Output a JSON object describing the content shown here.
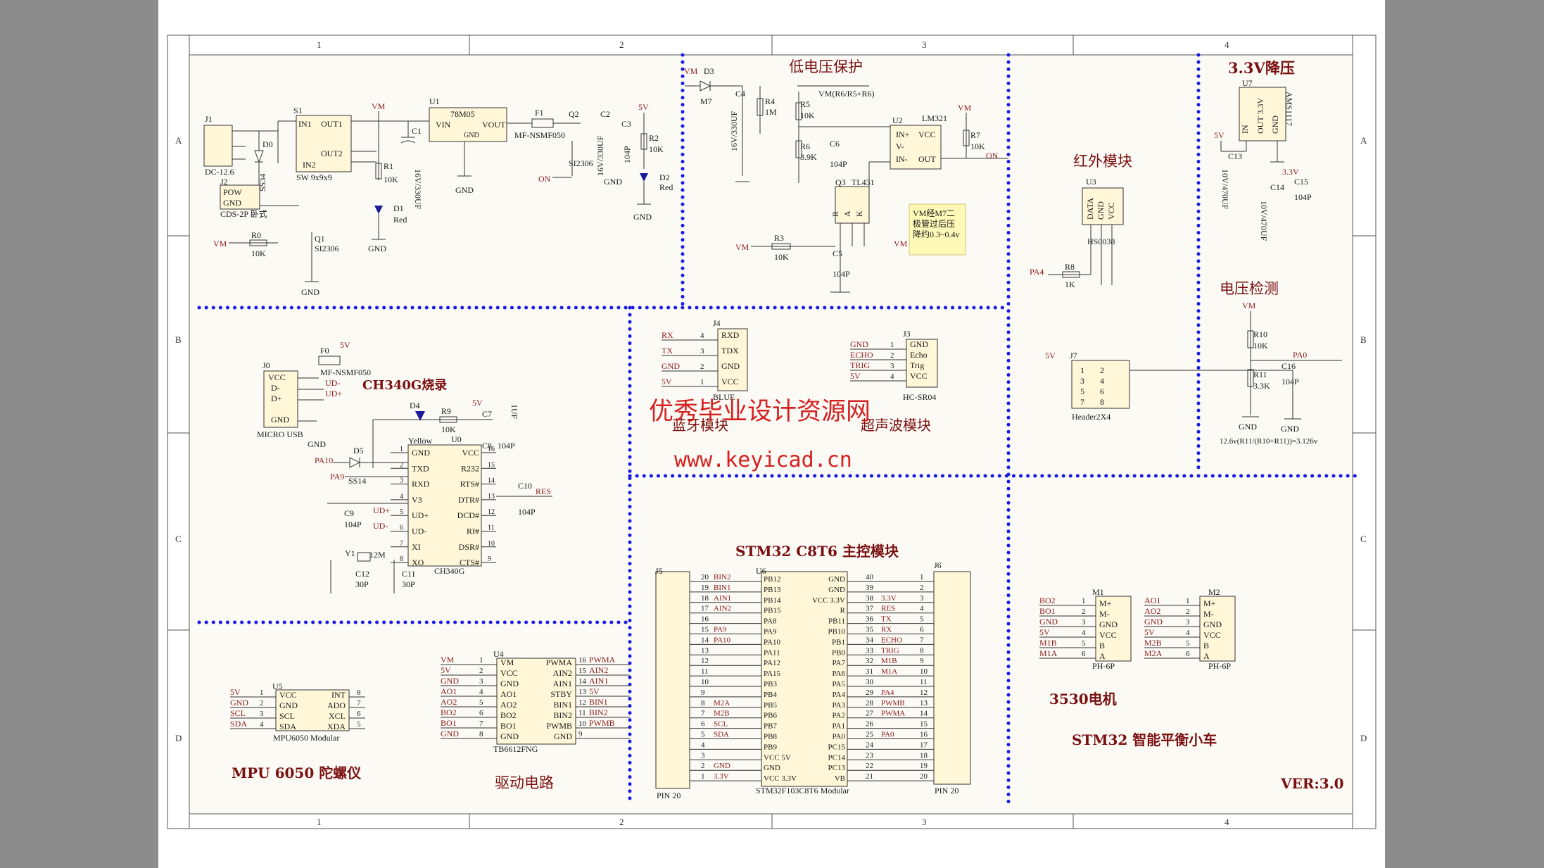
{
  "sheet": {
    "columns": [
      "1",
      "2",
      "3",
      "4"
    ],
    "rows": [
      "A",
      "B",
      "C",
      "D"
    ],
    "version": "VER:3.0",
    "board_title": "STM32 智能平衡小车"
  },
  "section_titles": {
    "low_voltage": "低电压保护",
    "ldo_3v3": "3.3V降压",
    "infrared": "红外模块",
    "voltage_detect": "电压检测",
    "ch340": "CH340G烧录",
    "bluetooth": "蓝牙模块",
    "ultrasonic": "超声波模块",
    "stm32": "STM32 C8T6 主控模块",
    "mpu6050": "MPU 6050 陀螺仪",
    "driver": "驱动电路",
    "motor": "3530电机"
  },
  "watermark": {
    "line1": "优秀毕业设计资源网",
    "line2": "www.keyicad.cn"
  },
  "note": {
    "lines": [
      "VM经M7二",
      "极管过后压",
      "降约0.3~0.4v"
    ]
  },
  "voltage_formula": "12.6v(R11/(R10+R11))=3.126v",
  "vm_formula": "VM(R6/R5+R6)",
  "power": {
    "j1": "J1",
    "j1_name": "DC-12.6",
    "d0": "D0",
    "d0_part": "SS34",
    "s1": "S1",
    "s1_part": "SW 9x9x9",
    "s1_pins": [
      "IN1",
      "OUT1",
      "IN2",
      "OUT2"
    ],
    "j2": "J2",
    "j2_pins": [
      "POW",
      "GND"
    ],
    "j2_part": "CDS-2P 卧式",
    "u1": "U1",
    "u1_part": "78M05",
    "u1_pins": [
      "VIN",
      "GND",
      "VOUT"
    ],
    "c1": "C1",
    "c1_val": "16V/330UF",
    "r1": "R1",
    "r1_val": "10K",
    "d1": "D1",
    "d1_col": "Red",
    "r0": "R0",
    "r0_val": "10K",
    "q1": "Q1",
    "q1_part": "SI2306",
    "f1": "F1",
    "f1_part": "MF-NSMF050",
    "q2": "Q2",
    "q2_part": "SI2306",
    "c2": "C2",
    "c2_val": "16V/330UF",
    "c3": "C3",
    "c3_val": "104P",
    "r2": "R2",
    "r2_val": "10K",
    "d2": "D2",
    "d2_col": "Red",
    "vm": "VM",
    "gnd": "GND",
    "on": "ON",
    "v5": "5V"
  },
  "lowv": {
    "d3": "D3",
    "m7": "M7",
    "c4": "C4",
    "c4_val": "16V/330UF",
    "r4": "R4",
    "r4_val": "1M",
    "r5": "R5",
    "r5_val": "10K",
    "r6": "R6",
    "r6_val": "3.9K",
    "c6": "C6",
    "c6_val": "104P",
    "u2": "U2",
    "u2_part": "LM321",
    "u2_pins": [
      "IN+",
      "VCC",
      "V-",
      "IN-",
      "OUT"
    ],
    "r7": "R7",
    "r7_val": "10K",
    "q3": "Q3",
    "q3_part": "TL431",
    "q3_pins": [
      "R",
      "A",
      "K"
    ],
    "r3": "R3",
    "r3_val": "10K",
    "c5": "C5",
    "c5_val": "104P"
  },
  "ldo": {
    "u7": "U7",
    "u7_part": "AMS1117",
    "u7_pins": [
      "IN",
      "OUT 3.3V",
      "GND"
    ],
    "c13": "C13",
    "c13_val": "10V/470UF",
    "c14": "C14",
    "c14_val": "10V/470UF",
    "c15": "C15",
    "c15_val": "104P",
    "v33": "3.3V"
  },
  "ir": {
    "u3": "U3",
    "u3_part": "HS0038",
    "u3_pins": [
      "DATA",
      "GND",
      "VCC"
    ],
    "r8": "R8",
    "r8_val": "1K",
    "pa4": "PA4"
  },
  "vdet": {
    "r10": "R10",
    "r10_val": "10K",
    "r11": "R11",
    "r11_val": "3.3K",
    "c16": "C16",
    "c16_val": "104P",
    "pa0": "PA0"
  },
  "j7": {
    "ref": "J7",
    "part": "Header2X4",
    "pins": [
      "1",
      "2",
      "3",
      "4",
      "5",
      "6",
      "7",
      "8"
    ]
  },
  "usb": {
    "j0": "J0",
    "j0_pins": [
      "VCC",
      "D-",
      "D+",
      "",
      "GND"
    ],
    "j0_part": "MICRO USB",
    "f0": "F0",
    "f0_part": "MF-NSMF050",
    "ud_minus": "UD-",
    "ud_plus": "UD+"
  },
  "ch340": {
    "u0": "U0",
    "part": "CH340G",
    "left": [
      [
        "1",
        "GND"
      ],
      [
        "2",
        "TXD"
      ],
      [
        "3",
        "RXD"
      ],
      [
        "4",
        "V3"
      ],
      [
        "5",
        "UD+"
      ],
      [
        "6",
        "UD-"
      ],
      [
        "7",
        "XI"
      ],
      [
        "8",
        "XO"
      ]
    ],
    "right": [
      [
        "16",
        "VCC"
      ],
      [
        "15",
        "R232"
      ],
      [
        "14",
        "RTS#"
      ],
      [
        "13",
        "DTR#"
      ],
      [
        "12",
        "DCD#"
      ],
      [
        "11",
        "RI#"
      ],
      [
        "10",
        "DSR#"
      ],
      [
        "9",
        "CTS#"
      ]
    ],
    "d4": "D4",
    "d4_col": "Yellow",
    "r9": "R9",
    "r9_val": "10K",
    "c7": "C7",
    "c7_val": "1UF",
    "c8": "C8",
    "c8_val": "104P",
    "d5": "D5",
    "d5_part": "SS14",
    "pa10": "PA10",
    "pa9": "PA9",
    "c9": "C9",
    "c9_val": "104P",
    "c10": "C10",
    "c10_val": "104P",
    "res": "RES",
    "y1": "Y1",
    "y1_val": "12M",
    "c12": "C12",
    "c12_val": "30P",
    "c11": "C11",
    "c11_val": "30P"
  },
  "bt": {
    "j4": "J4",
    "part": "BLUE",
    "pins": [
      [
        "RX",
        "4",
        "RXD"
      ],
      [
        "TX",
        "3",
        "TDX"
      ],
      [
        "GND",
        "2",
        "GND"
      ],
      [
        "5V",
        "1",
        "VCC"
      ]
    ]
  },
  "us": {
    "j3": "J3",
    "part": "HC-SR04",
    "pins": [
      [
        "GND",
        "1",
        "GND"
      ],
      [
        "ECHO",
        "2",
        "Echo"
      ],
      [
        "TRIG",
        "3",
        "Trig"
      ],
      [
        "5V",
        "4",
        "VCC"
      ]
    ]
  },
  "mpu": {
    "u5": "U5",
    "part": "MPU6050 Modular",
    "left": [
      [
        "5V",
        "1",
        "VCC"
      ],
      [
        "GND",
        "2",
        "GND"
      ],
      [
        "SCL",
        "3",
        "SCL"
      ],
      [
        "SDA",
        "4",
        "SDA"
      ]
    ],
    "right": [
      [
        "8",
        "INT"
      ],
      [
        "7",
        "ADO"
      ],
      [
        "6",
        "XCL"
      ],
      [
        "5",
        "XDA"
      ]
    ]
  },
  "drv": {
    "u4": "U4",
    "part": "TB6612FNG",
    "left": [
      [
        "VM",
        "1",
        "VM"
      ],
      [
        "5V",
        "2",
        "VCC"
      ],
      [
        "GND",
        "3",
        "GND"
      ],
      [
        "AO1",
        "4",
        "AO1"
      ],
      [
        "AO2",
        "5",
        "AO2"
      ],
      [
        "BO2",
        "6",
        "BO2"
      ],
      [
        "BO1",
        "7",
        "BO1"
      ],
      [
        "GND",
        "8",
        "GND"
      ]
    ],
    "right": [
      [
        "16",
        "PWMA",
        "PWMA"
      ],
      [
        "15",
        "AIN2",
        "AIN2"
      ],
      [
        "14",
        "AIN1",
        "AIN1"
      ],
      [
        "13",
        "STBY",
        "5V"
      ],
      [
        "12",
        "BIN1",
        "BIN1"
      ],
      [
        "11",
        "BIN2",
        "BIN2"
      ],
      [
        "10",
        "PWMB",
        "PWMB"
      ],
      [
        "9",
        "GND",
        ""
      ]
    ]
  },
  "stm": {
    "u6": "U6",
    "part": "STM32F103C8T6 Modular",
    "j5": "J5",
    "j6": "J6",
    "pin20": "PIN 20",
    "left": [
      [
        "20",
        "BIN2",
        "PB12"
      ],
      [
        "19",
        "BIN1",
        "PB13"
      ],
      [
        "18",
        "AIN1",
        "PB14"
      ],
      [
        "17",
        "AIN2",
        "PB15"
      ],
      [
        "16",
        "",
        "PA8"
      ],
      [
        "15",
        "PA9",
        "PA9"
      ],
      [
        "14",
        "PA10",
        "PA10"
      ],
      [
        "13",
        "",
        "PA11"
      ],
      [
        "12",
        "",
        "PA12"
      ],
      [
        "11",
        "",
        "PA15"
      ],
      [
        "10",
        "",
        "PB3"
      ],
      [
        "9",
        "",
        "PB4"
      ],
      [
        "8",
        "M2A",
        "PB5"
      ],
      [
        "7",
        "M2B",
        "PB6"
      ],
      [
        "6",
        "SCL",
        "PB7"
      ],
      [
        "5",
        "SDA",
        "PB8"
      ],
      [
        "4",
        "",
        "PB9"
      ],
      [
        "3",
        "",
        "VCC 5V"
      ],
      [
        "2",
        "GND",
        "GND"
      ],
      [
        "1",
        "3.3V",
        "VCC 3.3V"
      ]
    ],
    "right": [
      [
        "40",
        "",
        "GND",
        "1"
      ],
      [
        "39",
        "",
        "GND",
        "2"
      ],
      [
        "38",
        "3.3V",
        "VCC 3.3V",
        "3"
      ],
      [
        "37",
        "RES",
        "R",
        "4"
      ],
      [
        "36",
        "TX",
        "PB11",
        "5"
      ],
      [
        "35",
        "RX",
        "PB10",
        "6"
      ],
      [
        "34",
        "ECHO",
        "PB1",
        "7"
      ],
      [
        "33",
        "TRIG",
        "PB0",
        "8"
      ],
      [
        "32",
        "M1B",
        "PA7",
        "9"
      ],
      [
        "31",
        "M1A",
        "PA6",
        "10"
      ],
      [
        "30",
        "",
        "PA5",
        "11"
      ],
      [
        "29",
        "PA4",
        "PA4",
        "12"
      ],
      [
        "28",
        "PWMB",
        "PA3",
        "13"
      ],
      [
        "27",
        "PWMA",
        "PA2",
        "14"
      ],
      [
        "26",
        "",
        "PA1",
        "15"
      ],
      [
        "25",
        "PA0",
        "PA0",
        "16"
      ],
      [
        "24",
        "",
        "PC15",
        "17"
      ],
      [
        "23",
        "",
        "PC14",
        "18"
      ],
      [
        "22",
        "",
        "PC13",
        "19"
      ],
      [
        "21",
        "",
        "VB",
        "20"
      ]
    ]
  },
  "motors": {
    "m1": "M1",
    "m2": "M2",
    "part": "PH-6P",
    "m1_nets": [
      "BO2",
      "BO1",
      "GND",
      "5V",
      "M1B",
      "M1A"
    ],
    "m2_nets": [
      "AO1",
      "AO2",
      "GND",
      "5V",
      "M2B",
      "M2A"
    ],
    "pins": [
      "M+",
      "M-",
      "GND",
      "VCC",
      "B",
      "A"
    ]
  }
}
